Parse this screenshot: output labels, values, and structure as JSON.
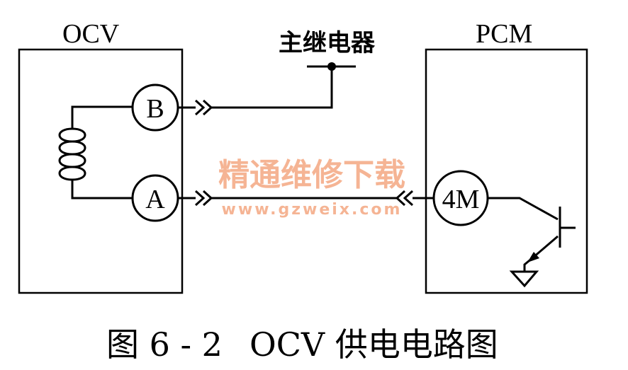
{
  "labels": {
    "ocv": "OCV",
    "pcm": "PCM",
    "main_relay": "主继电器",
    "pin_b": "B",
    "pin_a": "A",
    "pin_4m": "4M"
  },
  "watermark": {
    "cn": "精通维修下载",
    "url": "www.gzweix.com",
    "color": "#f4a882"
  },
  "caption": {
    "number": "图 6 - 2",
    "title": "OCV 供电电路图"
  }
}
